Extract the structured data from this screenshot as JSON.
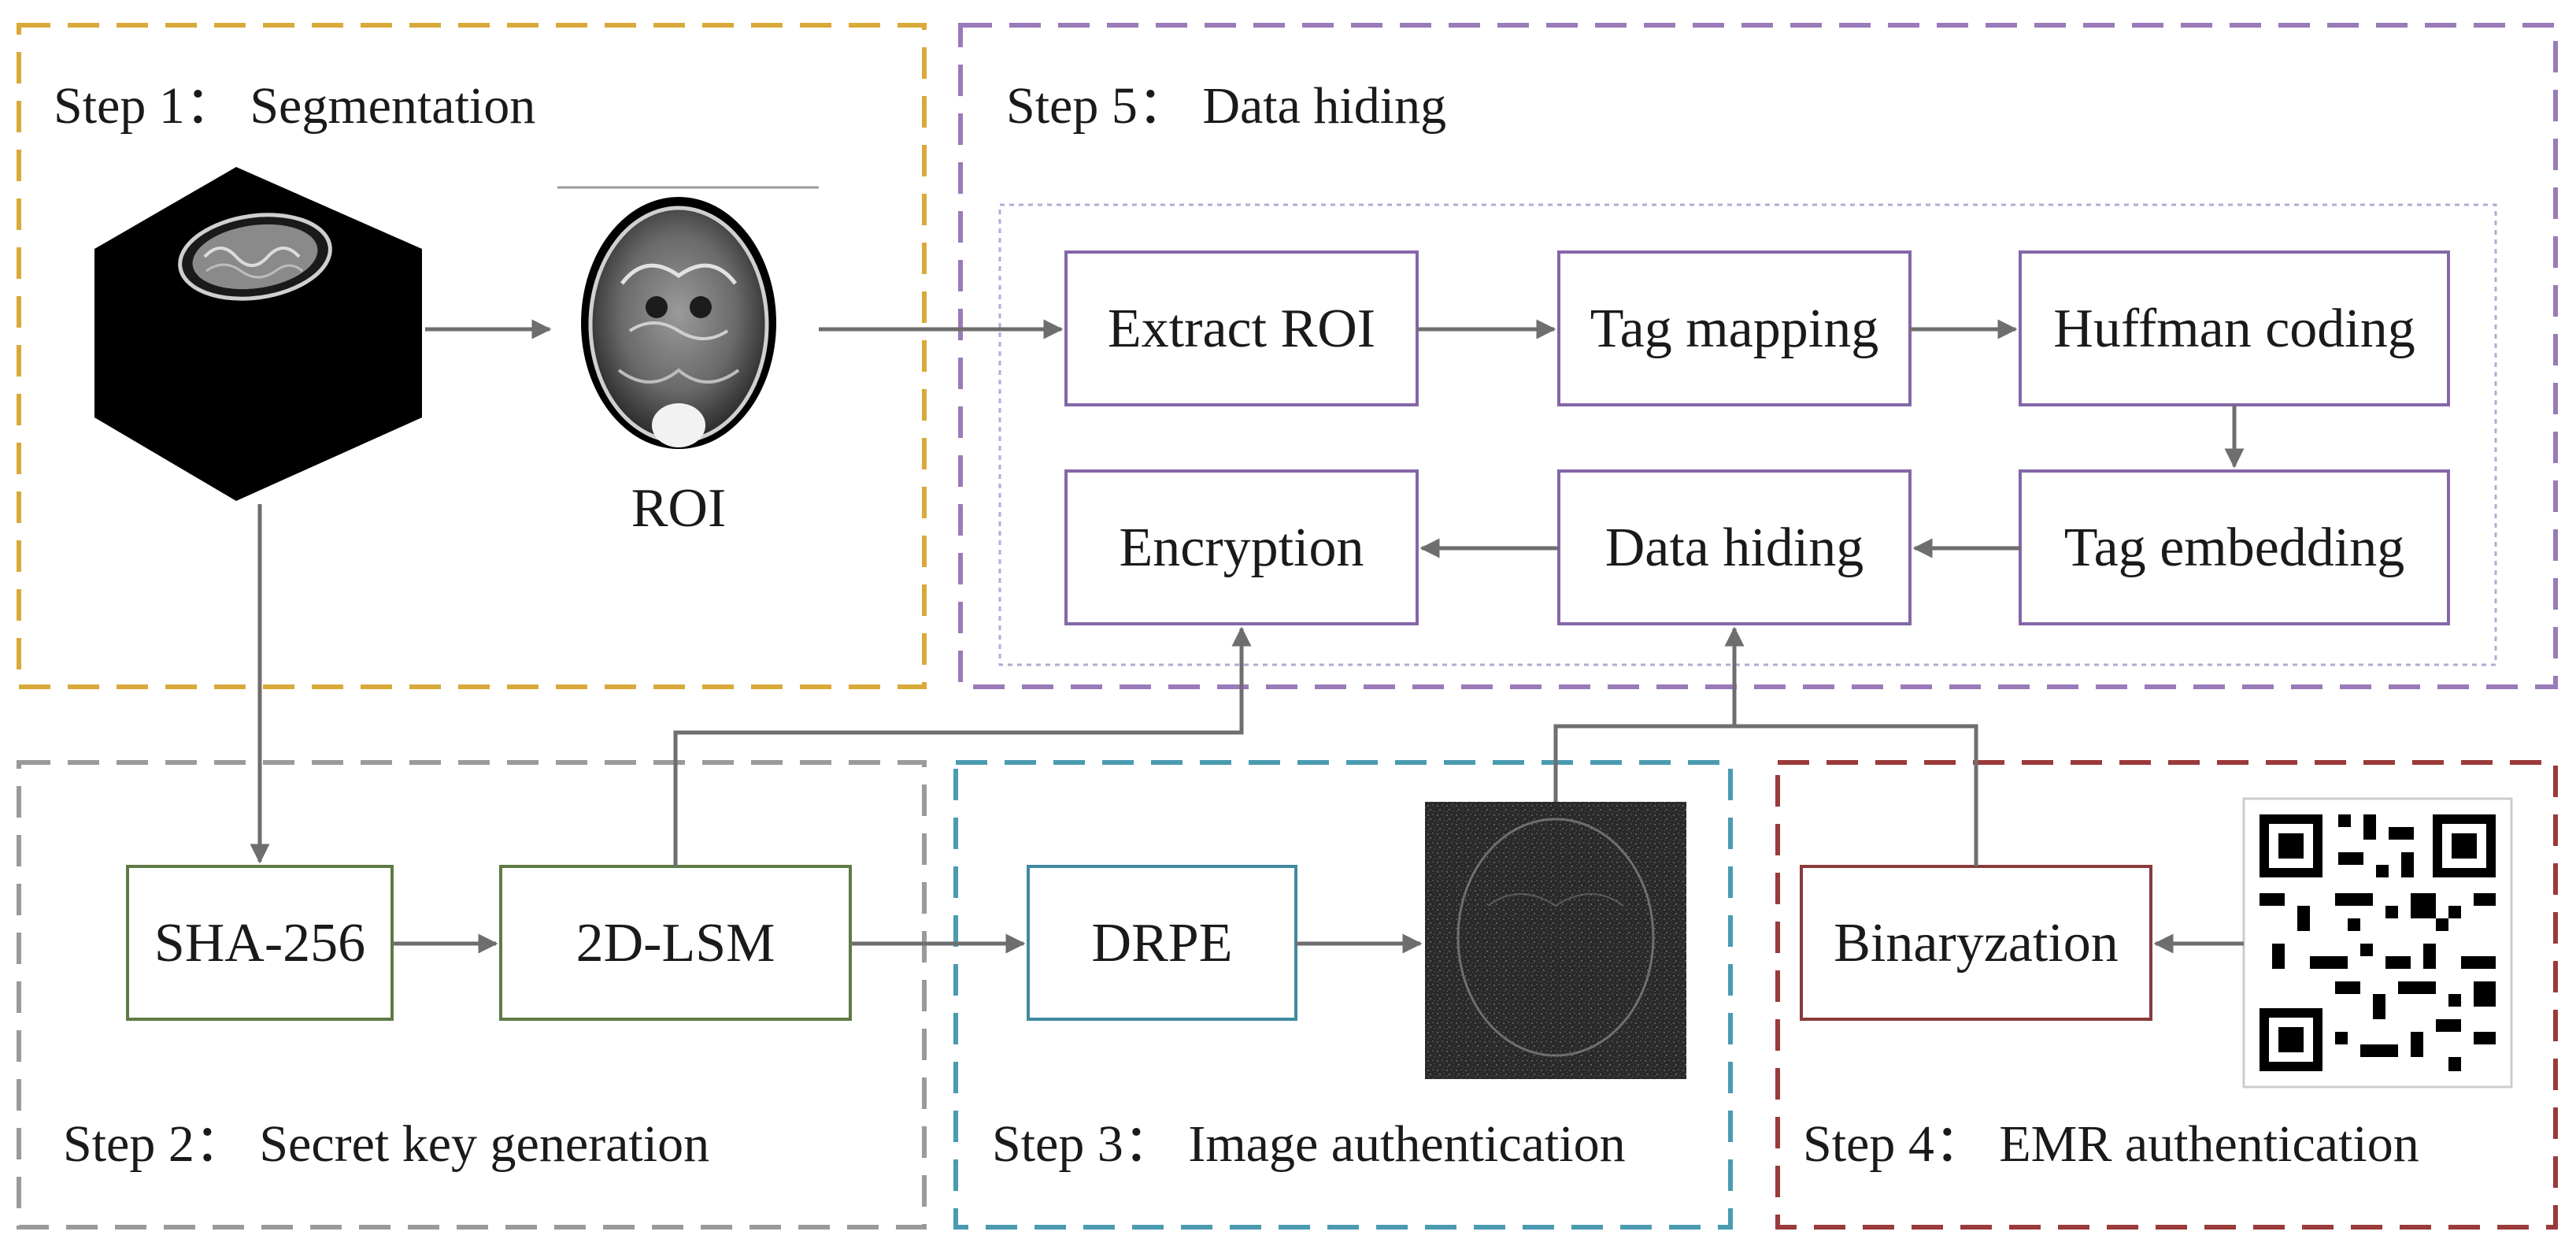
{
  "steps": {
    "step1": "Step 1： Segmentation",
    "step2": "Step 2： Secret key generation",
    "step3": "Step 3： Image authentication",
    "step4": "Step 4： EMR authentication",
    "step5": "Step 5： Data hiding"
  },
  "roi_label": "ROI",
  "boxes": {
    "extract_roi": "Extract ROI",
    "tag_mapping": "Tag mapping",
    "huffman_coding": "Huffman coding",
    "encryption": "Encryption",
    "data_hiding": "Data hiding",
    "tag_embedding": "Tag embedding",
    "sha256": "SHA-256",
    "lsm": "2D-LSM",
    "drpe": "DRPE",
    "binaryzation": "Binaryzation"
  },
  "colors": {
    "step1_border": "#d9a93a",
    "step2_border": "#9a9a9a",
    "step3_border": "#4a9bb0",
    "step4_border": "#9a3a3a",
    "step5_border": "#9a7ab8",
    "purple_box": "#8466a8",
    "green_box": "#5f7a44",
    "teal_box": "#3f8aa0",
    "red_box": "#8a3a3a",
    "arrow": "#6e6e6e"
  },
  "icons": {
    "volume": "mri-volume-cube-icon",
    "roi": "roi-brain-slice-icon",
    "encrypted": "encrypted-noise-image-icon",
    "qr": "qr-code-icon"
  }
}
